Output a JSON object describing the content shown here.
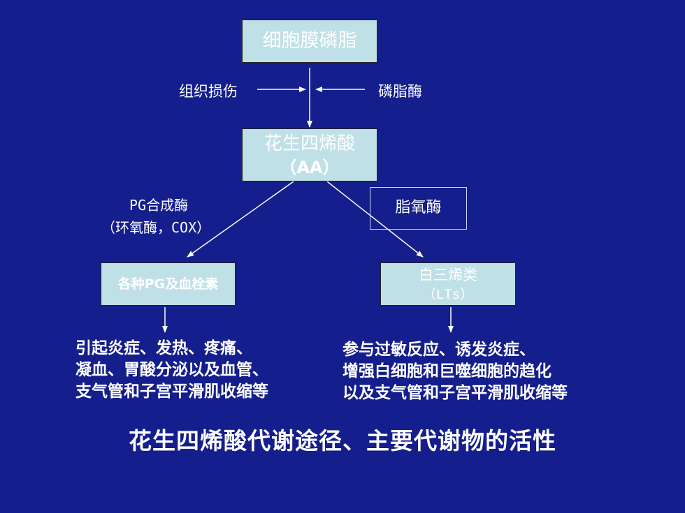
{
  "colors": {
    "background": "#141e8c",
    "box_fill": "#bfe0e6",
    "text": "#ffffff",
    "lines": "#ffffff"
  },
  "nodes": {
    "membrane": "细胞膜磷脂",
    "tissue_damage": "组织损伤",
    "phospholipase": "磷脂酶",
    "aa_line1": "花生四烯酸",
    "aa_line2": "（AA）",
    "pg_enzyme_line1": "PG合成酶",
    "pg_enzyme_line2": "（环氧酶，COX）",
    "lipoxygenase": "脂氧酶",
    "pg_products": "各种PG及血栓素",
    "lts_line1": "白三烯类",
    "lts_line2": "（LTs）"
  },
  "effects": {
    "left": [
      "引起炎症、发热、疼痛、",
      "凝血、胃酸分泌以及血管、",
      "支气管和子宫平滑肌收缩等"
    ],
    "right": [
      "参与过敏反应、诱发炎症、",
      "增强白细胞和巨噬细胞的趋化",
      "以及支气管和子宫平滑肌收缩等"
    ]
  },
  "title": "花生四烯酸代谢途径、主要代谢物的活性"
}
